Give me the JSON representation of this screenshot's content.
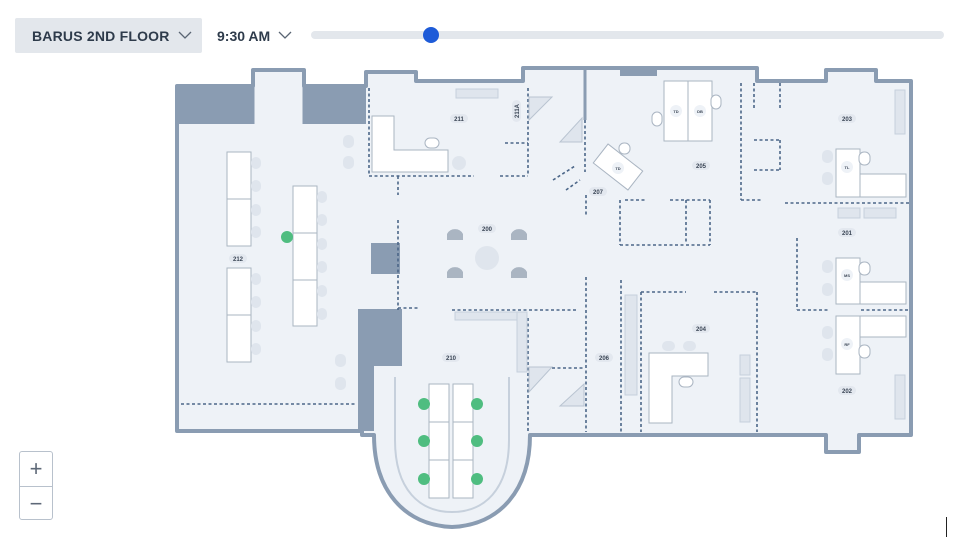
{
  "floor_selector": {
    "label": "BARUS 2ND FLOOR",
    "icon": "chevron-down-icon"
  },
  "time_selector": {
    "label": "9:30 AM",
    "icon": "chevron-down-icon"
  },
  "time_slider": {
    "position_fraction": 0.19
  },
  "zoom": {
    "in_label": "+",
    "out_label": "−"
  },
  "colors": {
    "wall": "#8a9cb2",
    "floor": "#eef2f7",
    "solid_block": "#8a9cb2",
    "available_desk_dot": "#4fbd80",
    "slider_thumb": "#1e5bd8",
    "dashed_partition": "#4b6688"
  },
  "rooms": [
    {
      "id": "211",
      "label": "211"
    },
    {
      "id": "211A",
      "label": "211A"
    },
    {
      "id": "212",
      "label": "212"
    },
    {
      "id": "200",
      "label": "200"
    },
    {
      "id": "210",
      "label": "210"
    },
    {
      "id": "207",
      "label": "207"
    },
    {
      "id": "205",
      "label": "205"
    },
    {
      "id": "203",
      "label": "203"
    },
    {
      "id": "201",
      "label": "201"
    },
    {
      "id": "204",
      "label": "204"
    },
    {
      "id": "206",
      "label": "206"
    },
    {
      "id": "202",
      "label": "202"
    }
  ],
  "desk_tags": {
    "t1": "TD",
    "t2": "DB",
    "t3": "TD",
    "t4": "TL",
    "t5": "MS",
    "t6": "RF"
  }
}
